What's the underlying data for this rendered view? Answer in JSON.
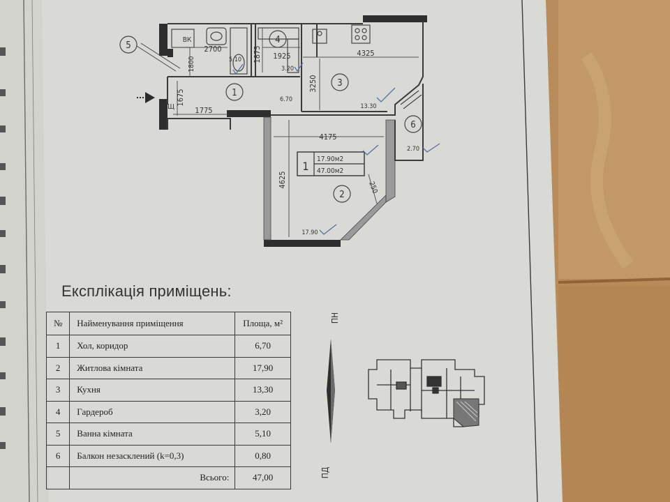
{
  "plan": {
    "rooms": [
      {
        "num": "1",
        "area": "6,70"
      },
      {
        "num": "2",
        "area": "17,90"
      },
      {
        "num": "3",
        "area": "13,30"
      },
      {
        "num": "4",
        "area": "3,20"
      },
      {
        "num": "5",
        "area": "5,10"
      },
      {
        "num": "6",
        "area": "2,70"
      }
    ],
    "dimensions": {
      "hall_w": "1775",
      "hall_h": "1675",
      "bath_w": "2700",
      "bath_h": "1800",
      "wardrobe_w": "1925",
      "wardrobe_h": "1875",
      "kitchen_w": "4325",
      "kitchen_h": "3250",
      "living_w": "4175",
      "living_h": "4625",
      "bay": "250"
    },
    "small_labels": {
      "bath": "5.10",
      "wardrobe": "3.20",
      "hall": "6.70",
      "kitchen": "13.30",
      "balcony": "2.70",
      "living": "17.90",
      "wc": "ВК",
      "shaft": "Щ"
    },
    "apartment_box": {
      "rooms": "1",
      "living_area": "17.90м2",
      "total_area": "47.00м2"
    }
  },
  "explication": {
    "title": "Експлікація приміщень:",
    "headers": {
      "num": "№",
      "name": "Найменування приміщення",
      "area": "Площа, м²"
    },
    "rows": [
      {
        "num": "1",
        "name": "Хол, коридор",
        "area": "6,70"
      },
      {
        "num": "2",
        "name": "Житлова кімната",
        "area": "17,90"
      },
      {
        "num": "3",
        "name": "Кухня",
        "area": "13,30"
      },
      {
        "num": "4",
        "name": "Гардероб",
        "area": "3,20"
      },
      {
        "num": "5",
        "name": "Ванна кімната",
        "area": "5,10"
      },
      {
        "num": "6",
        "name": "Балкон незасклений (k=0,3)",
        "area": "0,80"
      }
    ],
    "total_label": "Всього:",
    "total_area": "47,00"
  },
  "compass": {
    "top": "ПН",
    "bottom": "ПД"
  },
  "colors": {
    "paper": "#d6d6d2",
    "ink": "#2e2e2e",
    "wood": "#a77b4b",
    "pen": "#5a6fa0"
  }
}
